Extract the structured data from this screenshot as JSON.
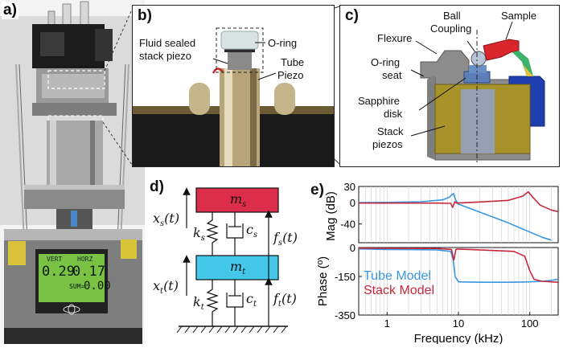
{
  "panels": {
    "a": "a)",
    "b": "b)",
    "c": "c)",
    "d": "d)",
    "e": "e)"
  },
  "panel_a": {
    "display": {
      "vert": "VERT",
      "horz": "HORZ",
      "vert_value": "0.29",
      "horz_value": "0.17",
      "sum_label": "SUM=",
      "sum_value": "0.00"
    }
  },
  "panel_b": {
    "labels": {
      "fluid_sealed": "Fluid sealed",
      "stack_piezo": "stack piezo",
      "oring": "O-ring",
      "tube": "Tube",
      "piezo": "Piezo"
    }
  },
  "panel_c": {
    "labels": {
      "ball": "Ball",
      "coupling": "Coupling",
      "sample": "Sample",
      "flexure": "Flexure",
      "oring": "O-ring",
      "seat": "seat",
      "sapphire": "Sapphire",
      "disk": "disk",
      "stack": "Stack",
      "piezos": "piezos"
    }
  },
  "panel_d": {
    "ms": "m",
    "ms_sub": "s",
    "mt": "m",
    "mt_sub": "t",
    "xs": "x",
    "xs_sub": "s",
    "xs_arg": "(t)",
    "ks": "k",
    "ks_sub": "s",
    "cs": "c",
    "cs_sub": "s",
    "fs": "f",
    "fs_sub": "s",
    "fs_arg": "(t)",
    "xt": "x",
    "xt_sub": "t",
    "xt_arg": "(t)",
    "kt": "k",
    "kt_sub": "t",
    "ct": "c",
    "ct_sub": "t",
    "ft": "f",
    "ft_sub": "t",
    "ft_arg": "(t)"
  },
  "chart_data": {
    "type": "line",
    "xlabel": "Frequency (kHz)",
    "xscale": "log",
    "xlim": [
      0.4,
      250
    ],
    "xticks": [
      "1",
      "10",
      "100"
    ],
    "xtick_values": [
      1,
      10,
      100
    ],
    "legend": [
      "Tube Model",
      "Stack Model"
    ],
    "colors": {
      "tube": "#3a96e0",
      "stack": "#c8283c"
    },
    "magnitude": {
      "ylabel": "Mag (dB)",
      "ylim": [
        -75,
        30
      ],
      "yticks": [
        "30",
        "0",
        "-40"
      ],
      "ytick_values": [
        30,
        0,
        -40
      ],
      "series": [
        {
          "name": "Tube Model",
          "x": [
            0.4,
            1,
            3,
            6,
            7.5,
            8.5,
            9.2,
            10,
            20,
            50,
            100,
            150,
            200
          ],
          "y": [
            0,
            0.3,
            1.5,
            5,
            10,
            17,
            4,
            -3,
            -18,
            -38,
            -55,
            -65,
            -70
          ]
        },
        {
          "name": "Stack Model",
          "x": [
            0.4,
            1,
            5,
            7.8,
            8.3,
            8.9,
            9.5,
            20,
            50,
            80,
            95,
            110,
            140,
            200,
            250
          ],
          "y": [
            -1,
            -1,
            -1,
            -1.5,
            -9,
            1.5,
            -1,
            1,
            4,
            12,
            20,
            10,
            -5,
            -14,
            -17
          ]
        }
      ]
    },
    "phase": {
      "ylabel": "Phase (º)",
      "ylim": [
        -350,
        0
      ],
      "yticks": [
        "0",
        "-150",
        "-350"
      ],
      "ytick_values": [
        0,
        -150,
        -350
      ],
      "series": [
        {
          "name": "Tube Model",
          "x": [
            0.4,
            1,
            5,
            7.8,
            8.4,
            9,
            10,
            20,
            50,
            100,
            150,
            200,
            250
          ],
          "y": [
            -7,
            -10,
            -12,
            -20,
            -60,
            -150,
            -178,
            -180,
            -180,
            -178,
            -175,
            -170,
            -165
          ]
        },
        {
          "name": "Stack Model",
          "x": [
            0.4,
            1,
            5,
            8,
            8.6,
            8.8,
            9.2,
            9.8,
            20,
            60,
            85,
            100,
            115,
            150,
            200,
            250
          ],
          "y": [
            -3,
            -4,
            -5,
            -10,
            -65,
            -50,
            -10,
            -8,
            -12,
            -20,
            -45,
            -120,
            -165,
            -175,
            -178,
            -180
          ]
        }
      ]
    }
  }
}
